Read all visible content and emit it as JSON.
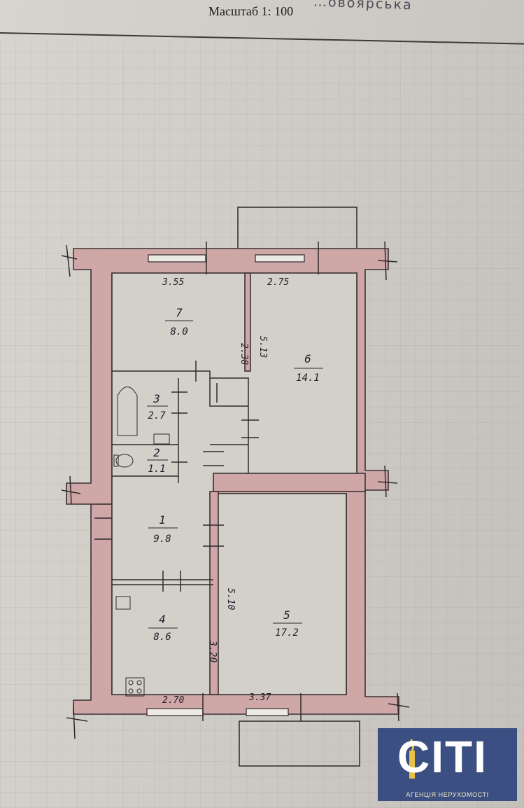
{
  "header": {
    "scale_label": "Масштаб 1: 100",
    "handwritten_note": "…овоярська"
  },
  "rooms": [
    {
      "id": "7",
      "area": "8.0"
    },
    {
      "id": "6",
      "area": "14.1"
    },
    {
      "id": "3",
      "area": "2.7"
    },
    {
      "id": "2",
      "area": "1.1"
    },
    {
      "id": "1",
      "area": "9.8"
    },
    {
      "id": "5",
      "area": "17.2"
    },
    {
      "id": "4",
      "area": "8.6"
    }
  ],
  "dimensions": {
    "top_left": "3.55",
    "top_right": "2.75",
    "room7_height": "2.38",
    "room6_height": "5.13",
    "room5_height": "5.10",
    "room4_height": "3.20",
    "bottom_left": "2.70",
    "bottom_right": "3.37"
  },
  "logo": {
    "name": "CITI",
    "subtitle": "АГЕНЦІЯ НЕРУХОМОСТІ",
    "bg_color": "#3b4f82"
  }
}
